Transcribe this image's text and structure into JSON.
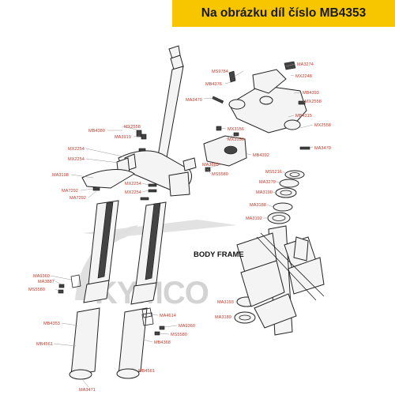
{
  "banner": {
    "text": "Na obrázku díl číslo MB4353",
    "color": "#f7c600"
  },
  "diagram": {
    "frame_label": "BODY  FRAME",
    "watermark": "KYMCO",
    "label_color": "#c0392b",
    "parts": [
      "MA3274",
      "MS9784",
      "MX2248",
      "MB4376",
      "MB4393",
      "MA3470",
      "MX2558",
      "MB4315",
      "MX2558",
      "MX3156",
      "MB4380",
      "MX2558",
      "MA3919",
      "MX3156",
      "MB4392",
      "MA3470",
      "MX2254",
      "MX2254",
      "MA3889",
      "MS5580",
      "MS5216",
      "MA3198",
      "MX2254",
      "MA3279",
      "MA7292",
      "MX2254",
      "MA7292",
      "MA3190",
      "MA3188",
      "MA3192",
      "MA9360",
      "MA3887",
      "MS5580",
      "MA4614",
      "MA9360",
      "MS5580",
      "MB4353",
      "MB4368",
      "MB4561",
      "MB4561",
      "MA3193",
      "MA3189",
      "MA3471"
    ]
  }
}
